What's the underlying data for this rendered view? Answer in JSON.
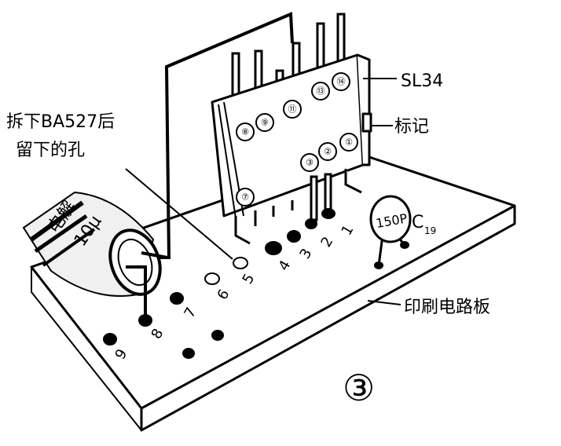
{
  "labels": {
    "chip_name": "SL34",
    "mark": "标记",
    "removed_hole": [
      "拆下BA527后",
      "留下的孔"
    ],
    "pcb": "印刷电路板",
    "figure_number": "③"
  },
  "capacitor_electrolytic": {
    "text": "电解",
    "value": "10μ"
  },
  "capacitor_ceramic": {
    "value": "150P",
    "name": "C",
    "index": "19"
  },
  "chip_pins_lower": [
    "⑦",
    "③",
    "②",
    "①"
  ],
  "chip_pins_middle": [
    "⑧",
    "⑨",
    "⑪"
  ],
  "chip_pins_upper": [
    "⑬",
    "⑭"
  ],
  "hole_numbers": [
    "1",
    "2",
    "3",
    "4",
    "5",
    "6",
    "7",
    "8",
    "9"
  ]
}
